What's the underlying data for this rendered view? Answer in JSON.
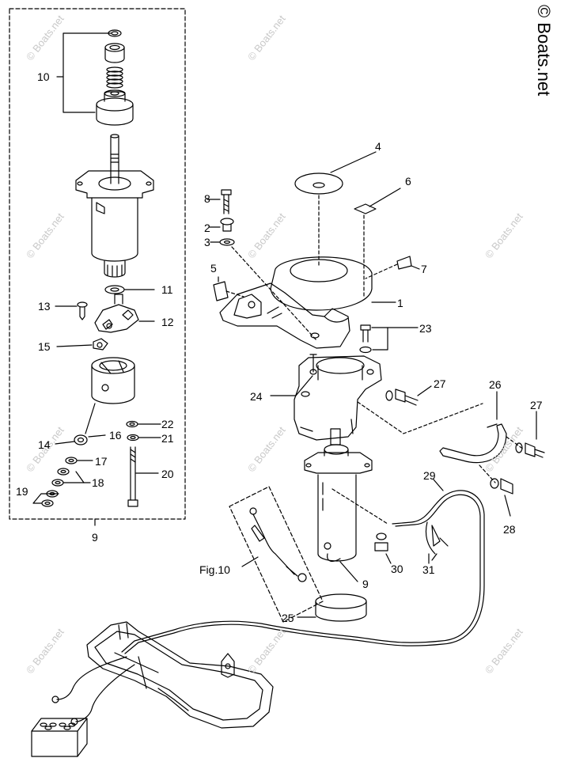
{
  "copyright": "© Boats.net",
  "watermark": "© Boats.net",
  "callouts": {
    "c1": "1",
    "c2": "2",
    "c3": "3",
    "c4": "4",
    "c5": "5",
    "c6": "6",
    "c7": "7",
    "c8": "8",
    "c9a": "9",
    "c9b": "9",
    "c10": "10",
    "c11": "11",
    "c12": "12",
    "c13": "13",
    "c14": "14",
    "c15": "15",
    "c16": "16",
    "c17": "17",
    "c18": "18",
    "c19": "19",
    "c20": "20",
    "c21": "21",
    "c22": "22",
    "c23": "23",
    "c24": "24",
    "c25": "25",
    "c26": "26",
    "c27a": "27",
    "c27b": "27",
    "c28": "28",
    "c29": "29",
    "c30": "30",
    "c31": "31"
  },
  "fig_ref": "Fig.10"
}
